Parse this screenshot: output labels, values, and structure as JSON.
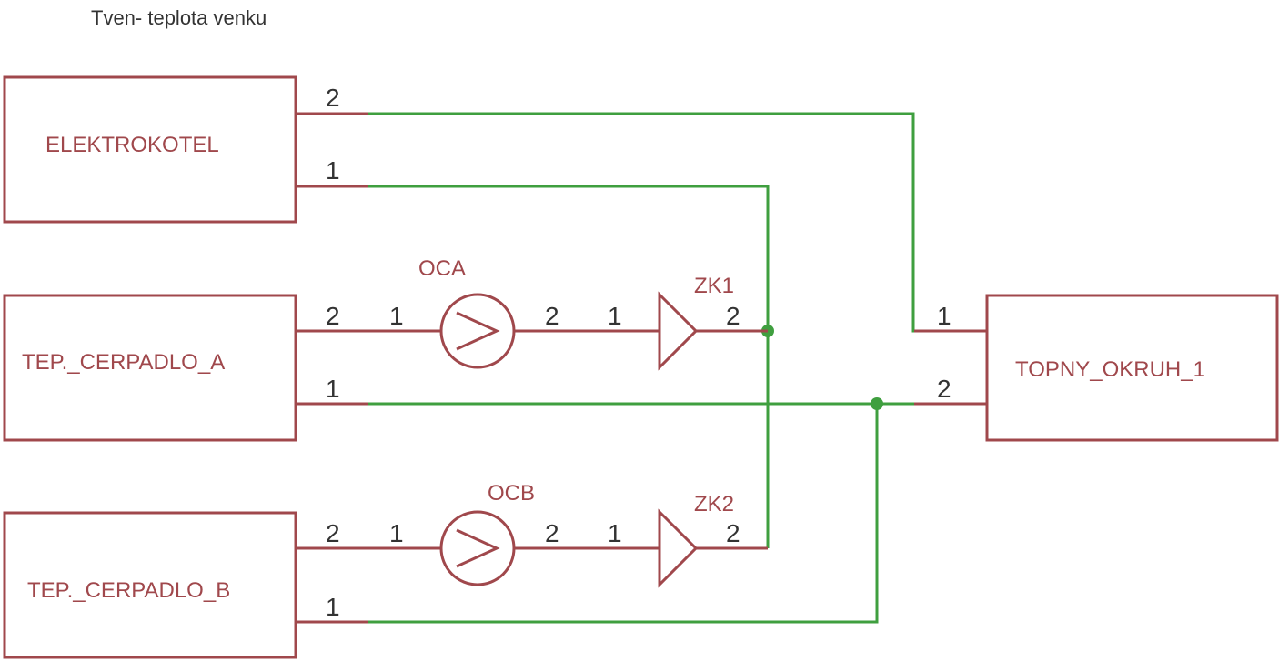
{
  "note": "Tven- teplota venku",
  "blocks": {
    "elektrokotel": "ELEKTROKOTEL",
    "cerpadlo_a": "TEP._CERPADLO_A",
    "cerpadlo_b": "TEP._CERPADLO_B",
    "topny_okruh": "TOPNY_OKRUH_1"
  },
  "symbols": {
    "oca": "OCA",
    "ocb": "OCB",
    "zk1": "ZK1",
    "zk2": "ZK2"
  },
  "pins": {
    "elektrokotel_top": "2",
    "elektrokotel_bottom": "1",
    "cerpadlo_a_top": "2",
    "cerpadlo_a_bottom": "1",
    "cerpadlo_b_top": "2",
    "cerpadlo_b_bottom": "1",
    "oca_in": "1",
    "oca_out": "2",
    "ocb_in": "1",
    "ocb_out": "2",
    "zk1_in": "1",
    "zk1_out": "2",
    "zk2_in": "1",
    "zk2_out": "2",
    "topny_top": "1",
    "topny_bottom": "2"
  },
  "colors": {
    "component": "#a0484c",
    "net": "#3f9f3f",
    "text": "#333333"
  }
}
